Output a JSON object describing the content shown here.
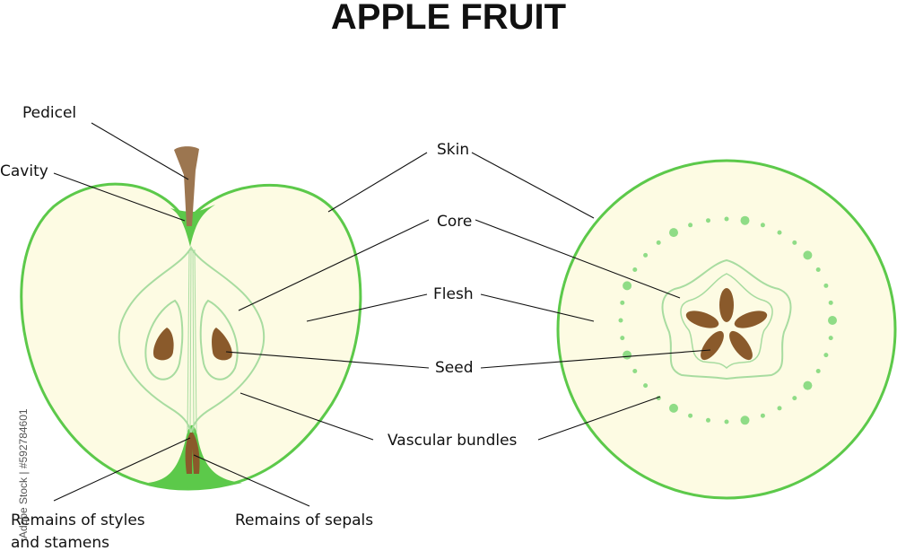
{
  "title": "APPLE FRUIT",
  "labels": {
    "pedicel": "Pedicel",
    "cavity": "Cavity",
    "skin": "Skin",
    "core": "Core",
    "flesh": "Flesh",
    "seed": "Seed",
    "vascular_bundles": "Vascular bundles",
    "remains_styles_line1": "Remains of styles",
    "remains_styles_line2": "and stamens",
    "remains_sepals": "Remains of sepals"
  },
  "stock_id": "Adobe Stock | #592784601",
  "colors": {
    "flesh": "#fdfbe3",
    "skin": "#5cc94a",
    "core_line": "#a8dca0",
    "seed": "#8a5a2b",
    "stem": "#9c7650",
    "bundle_dot": "#8fdc86"
  }
}
